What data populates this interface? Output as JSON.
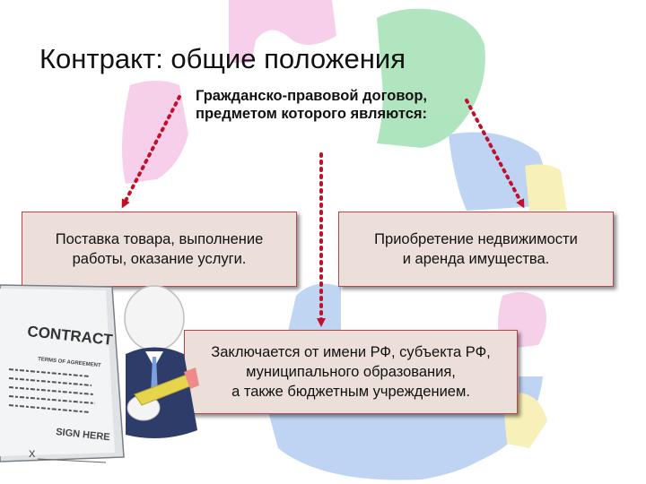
{
  "slide": {
    "title": "Контракт: общие положения",
    "subtitle_lines": [
      "Гражданско-правовой договор,",
      "предметом которого являются:"
    ]
  },
  "boxes": {
    "left": {
      "lines": [
        "Поставка товара, выполнение",
        "работы, оказание услуги."
      ]
    },
    "right": {
      "lines": [
        "Приобретение недвижимости",
        "и аренда имущества."
      ]
    },
    "bottom": {
      "lines": [
        "Заключается от имени РФ, субъекта РФ,",
        "муниципального образования,",
        "а также бюджетным учреждением."
      ]
    }
  },
  "illustration": {
    "contract_heading": "CONTRACT",
    "terms_label": "TERMS OF AGREEMENT",
    "sign_label": "SIGN HERE",
    "sign_mark": "X"
  },
  "colors": {
    "box_fill": "#ecdfd9",
    "box_border": "#b3474c",
    "arrow": "#c0102a",
    "pink": "#f0a8d8",
    "green": "#6fd08a",
    "blue": "#8ab2e8",
    "yellow": "#f2e680"
  }
}
